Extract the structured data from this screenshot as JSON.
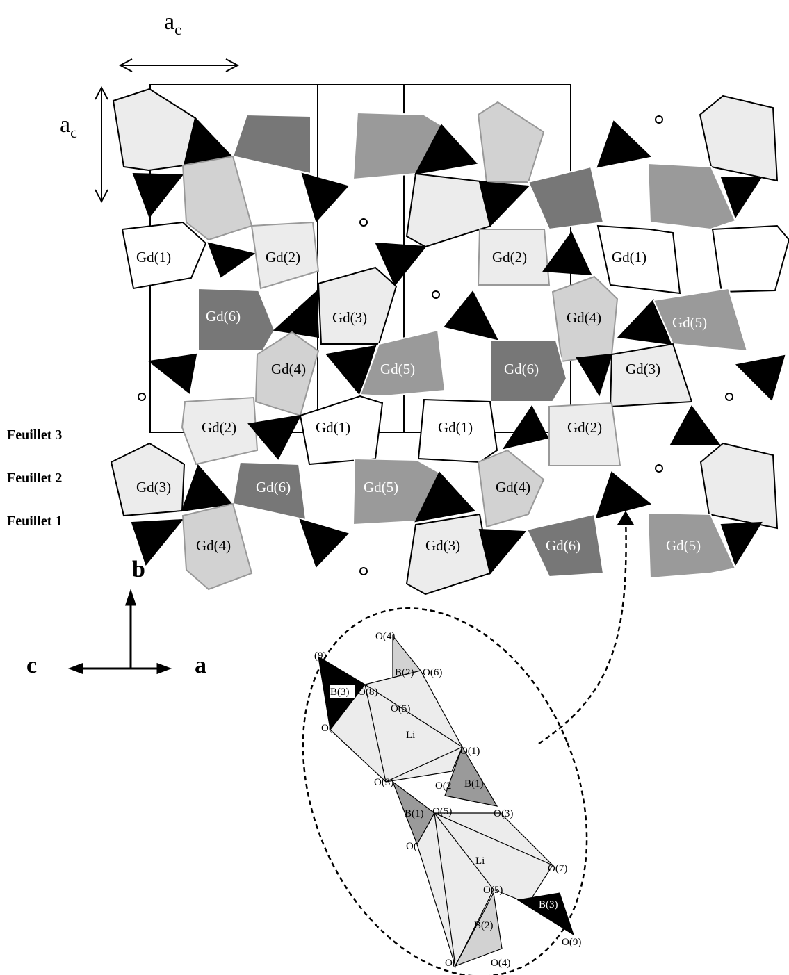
{
  "axis_labels": {
    "ac_top": "a",
    "ac_top_sub": "c",
    "ac_left": "a",
    "ac_left_sub": "c",
    "b": "b",
    "c": "c",
    "a": "a"
  },
  "sheets": {
    "s3": "Feuillet 3",
    "s2": "Feuillet 2",
    "s1": "Feuillet 1"
  },
  "gd": {
    "gd1_a": "Gd(1)",
    "gd2_a": "Gd(2)",
    "gd2_b": "Gd(2)",
    "gd1_b": "Gd(1)",
    "gd6_a": "Gd(6)",
    "gd3_a": "Gd(3)",
    "gd4_a": "Gd(4)",
    "gd5_a": "Gd(5)",
    "gd4_b": "Gd(4)",
    "gd5_b": "Gd(5)",
    "gd6_b": "Gd(6)",
    "gd3_b": "Gd(3)",
    "gd2_c": "Gd(2)",
    "gd1_c": "Gd(1)",
    "gd1_d": "Gd(1)",
    "gd2_d": "Gd(2)",
    "gd3_c": "Gd(3)",
    "gd6_c": "Gd(6)",
    "gd5_c": "Gd(5)",
    "gd4_c": "Gd(4)",
    "gd4_d": "Gd(4)",
    "gd3_d": "Gd(3)",
    "gd6_d": "Gd(6)",
    "gd5_d": "Gd(5)"
  },
  "inset": {
    "o4_top": "O(4)",
    "o9_top": "(9)",
    "b3_top": "B(3)",
    "o8": "O(8)",
    "b2_top": "B(2)",
    "o6": "O(6)",
    "o5_a": "O(5)",
    "o_left": "O(",
    "li_a": "Li",
    "o1": "O(1)",
    "o3_a": "O(3)",
    "o2_partial": "O(2",
    "b1_a": "B(1)",
    "o3_b": "O(3)",
    "b1_b": "B(1)",
    "o5_b": "O(5)",
    "o_left2": "O(",
    "li_b": "Li",
    "o7": "O(7)",
    "o5_c": "O(5)",
    "b3_bot": "B(3)",
    "o_left3": "O(",
    "b2_bot": "B(2)",
    "o9_bot": "O(9)",
    "o4_bot": "O(4)"
  },
  "colors": {
    "white_poly": "#ffffff",
    "light_gray": "#ececec",
    "mid_gray": "#d2d2d2",
    "dark_gray": "#9a9a9a",
    "darker_gray": "#777777",
    "black": "#000000"
  }
}
